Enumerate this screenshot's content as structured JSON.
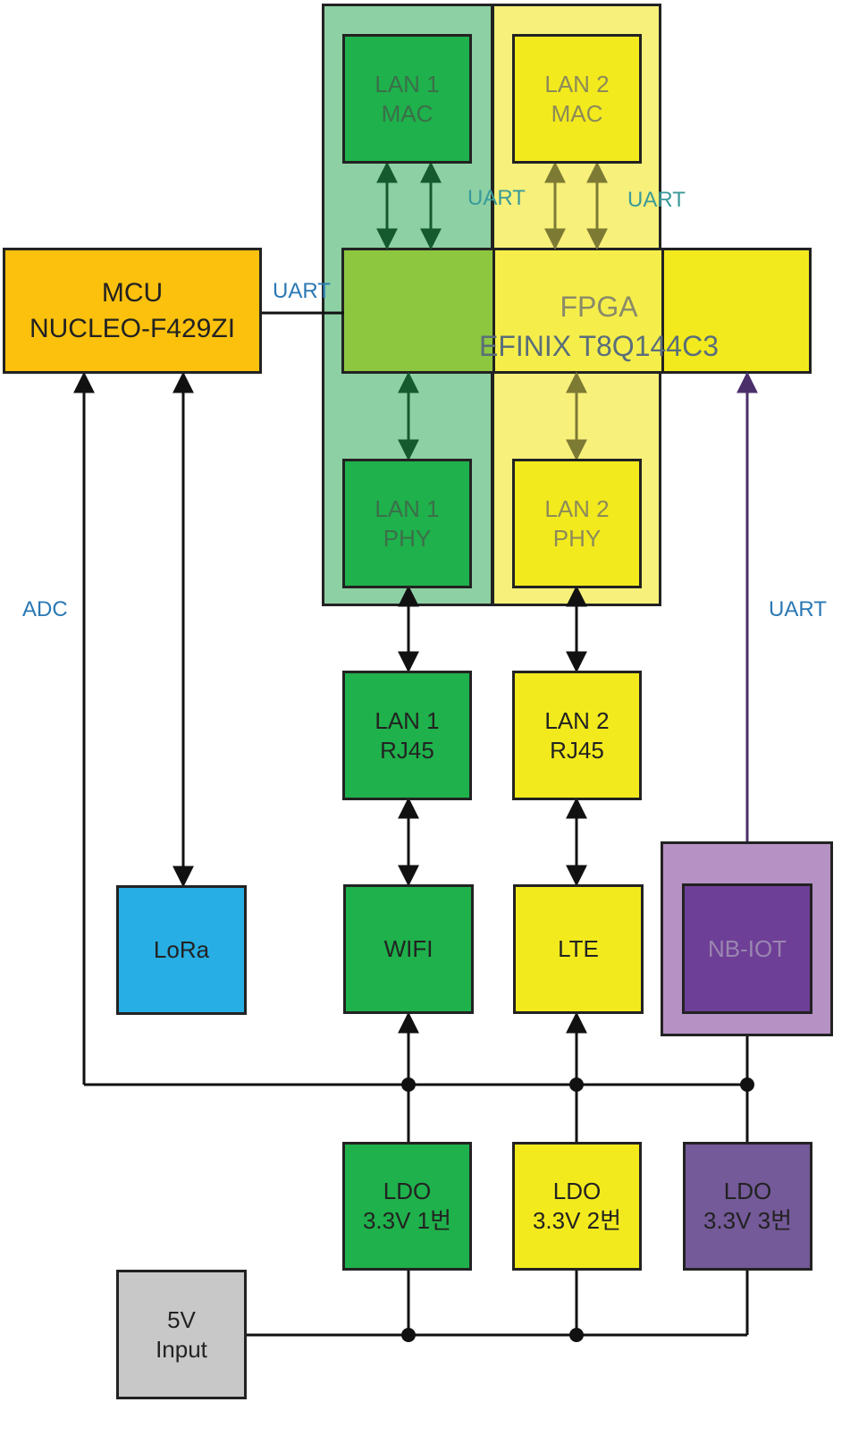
{
  "colors": {
    "green": "#1fb14b",
    "yellow": "#f2ea1d",
    "orange": "#fcc10d",
    "blue": "#27aee4",
    "purple_dark": "#6e3f97",
    "purple_light": "#b591c4",
    "gray": "#c8c8c8",
    "region_green": "#8dd0a4",
    "region_yellow": "#f7f07a",
    "fpga_green": "#8dc63f",
    "label_blue": "#2a78b4"
  },
  "blocks": {
    "mcu": {
      "line1": "MCU",
      "line2": "NUCLEO-F429ZI"
    },
    "fpga": {
      "line1": "FPGA",
      "line2": "EFINIX T8Q144C3"
    },
    "lan1_mac": {
      "line1": "LAN 1",
      "line2": "MAC"
    },
    "lan2_mac": {
      "line1": "LAN 2",
      "line2": "MAC"
    },
    "lan1_phy": {
      "line1": "LAN 1",
      "line2": "PHY"
    },
    "lan2_phy": {
      "line1": "LAN 2",
      "line2": "PHY"
    },
    "lan1_rj45": {
      "line1": "LAN 1",
      "line2": "RJ45"
    },
    "lan2_rj45": {
      "line1": "LAN 2",
      "line2": "RJ45"
    },
    "lora": {
      "line1": "LoRa"
    },
    "wifi": {
      "line1": "WIFI"
    },
    "lte": {
      "line1": "LTE"
    },
    "nbiot": {
      "line1": "NB-IOT"
    },
    "ldo1": {
      "line1": "LDO",
      "line2": "3.3V 1번"
    },
    "ldo2": {
      "line1": "LDO",
      "line2": "3.3V 2번"
    },
    "ldo3": {
      "line1": "LDO",
      "line2": "3.3V 3번"
    },
    "input5v": {
      "line1": "5V",
      "line2": "Input"
    }
  },
  "labels": {
    "uart_mcu": "UART",
    "uart_mac1": "UART",
    "uart_mac2": "UART",
    "uart_nbiot": "UART",
    "adc": "ADC"
  }
}
